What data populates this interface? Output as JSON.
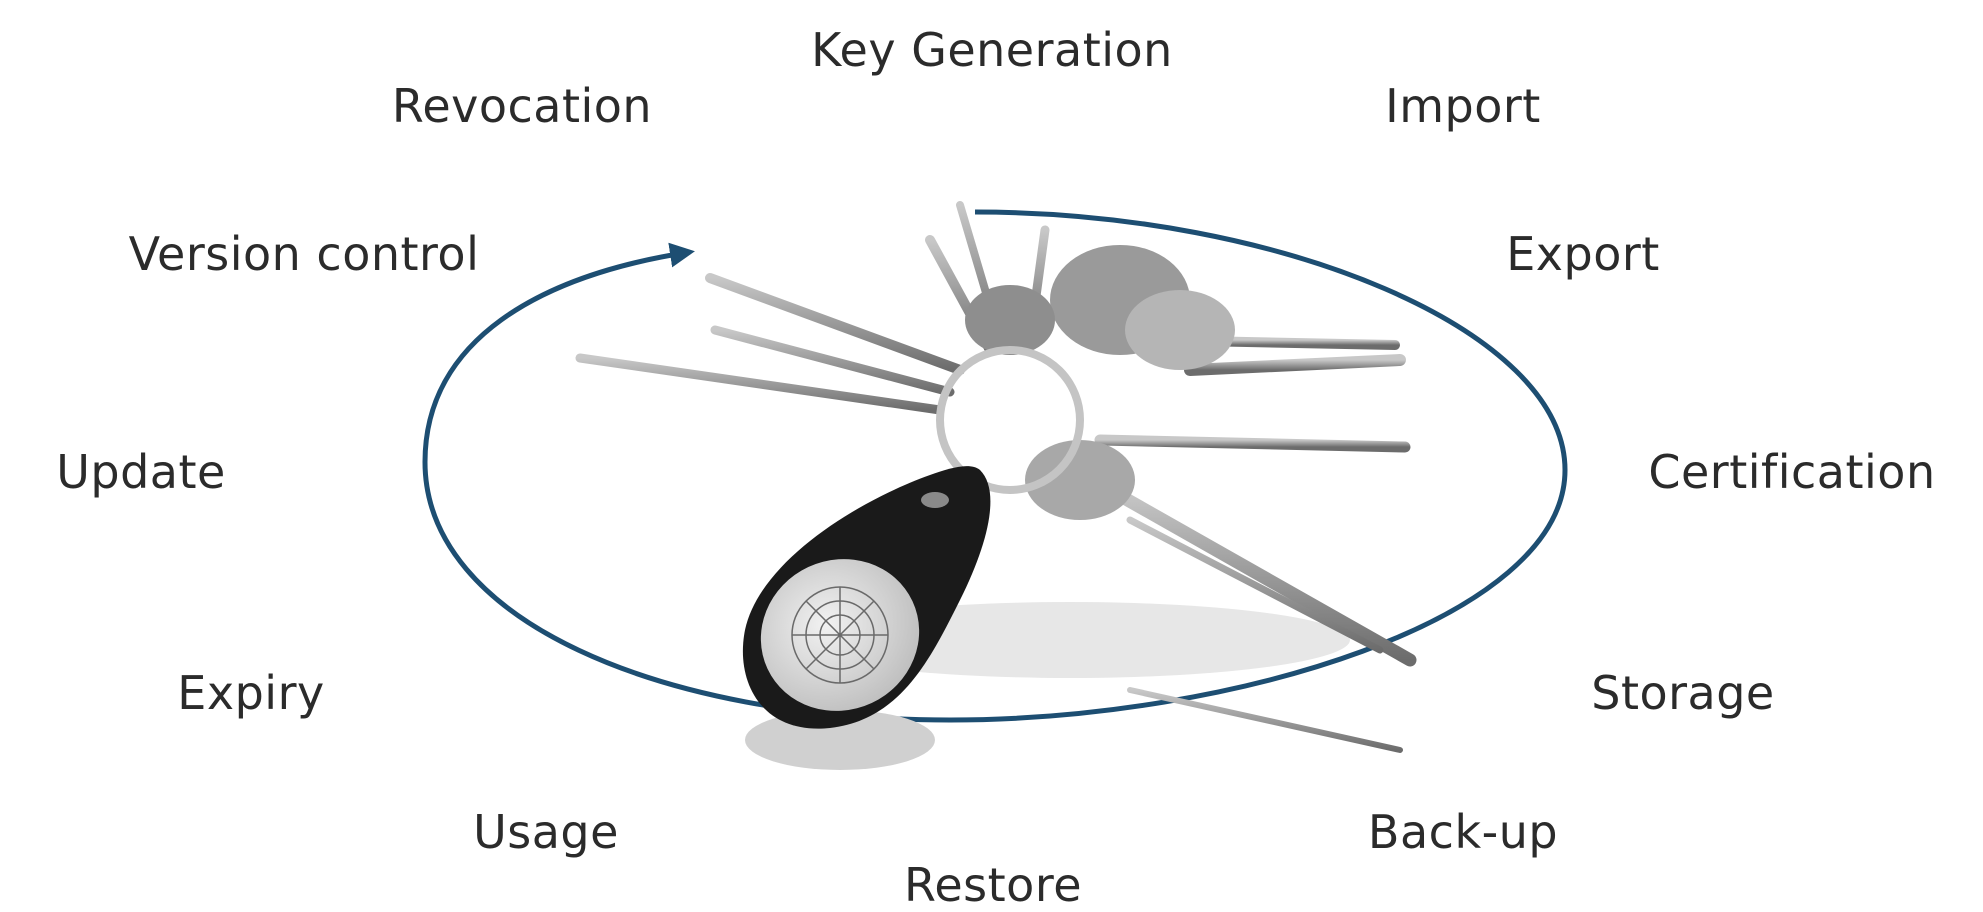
{
  "stages": [
    {
      "id": "key-generation",
      "label": "Key Generation"
    },
    {
      "id": "import",
      "label": "Import"
    },
    {
      "id": "export",
      "label": "Export"
    },
    {
      "id": "certification",
      "label": "Certification"
    },
    {
      "id": "storage",
      "label": "Storage"
    },
    {
      "id": "back-up",
      "label": "Back-up"
    },
    {
      "id": "restore",
      "label": "Restore"
    },
    {
      "id": "usage",
      "label": "Usage"
    },
    {
      "id": "expiry",
      "label": "Expiry"
    },
    {
      "id": "update",
      "label": "Update"
    },
    {
      "id": "version-control",
      "label": "Version control"
    },
    {
      "id": "revocation",
      "label": "Revocation"
    }
  ],
  "colors": {
    "cycle_ring": "#1d4e72",
    "label_text": "#2b2b2b",
    "fob_body": "#1a1a1a",
    "fob_face": "#d9d9d9",
    "keys": "#8a8a8a"
  },
  "icons": [
    "cycle-arrow-icon",
    "keyring-illustration",
    "key-fob-icon"
  ]
}
